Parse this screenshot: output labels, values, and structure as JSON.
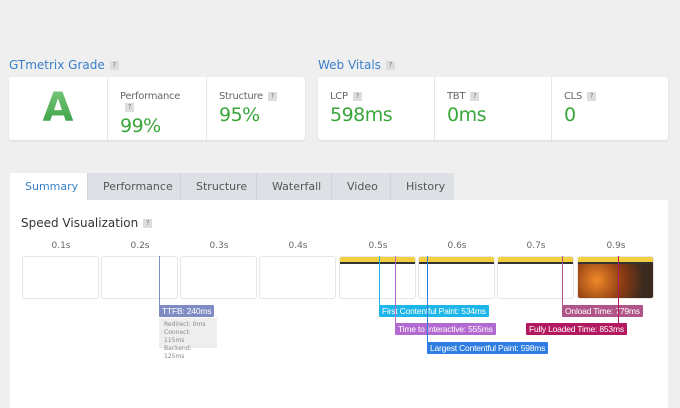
{
  "grade": {
    "title": "GTmetrix Grade",
    "letter": "A",
    "performance_label": "Performance",
    "performance": "99%",
    "structure_label": "Structure",
    "structure": "95%"
  },
  "vitals": {
    "title": "Web Vitals",
    "lcp_label": "LCP",
    "lcp": "598ms",
    "tbt_label": "TBT",
    "tbt": "0ms",
    "cls_label": "CLS",
    "cls": "0"
  },
  "help": "?",
  "tabs": [
    "Summary",
    "Performance",
    "Structure",
    "Waterfall",
    "Video",
    "History"
  ],
  "speed": {
    "title": "Speed Visualization",
    "times": [
      "0.1s",
      "0.2s",
      "0.3s",
      "0.4s",
      "0.5s",
      "0.6s",
      "0.7s",
      "0.9s"
    ],
    "ttfb": "TTFB: 240ms",
    "ttfb_details": [
      "Redirect: 0ms",
      "Connect: 115ms",
      "Backend: 125ms"
    ],
    "fcp": "First Contentful Paint: 534ms",
    "tti": "Time to Interactive: 555ms",
    "lcp": "Largest Contentful Paint: 598ms",
    "onload": "Onload Time: 779ms",
    "fully": "Fully Loaded Time: 853ms"
  },
  "colors": {
    "ttfb": "#7f8cc4",
    "fcp": "#1eb6e8",
    "tti": "#b26ad0",
    "lcp": "#2f7de0",
    "onload": "#b05587",
    "fully": "#b3195f"
  }
}
